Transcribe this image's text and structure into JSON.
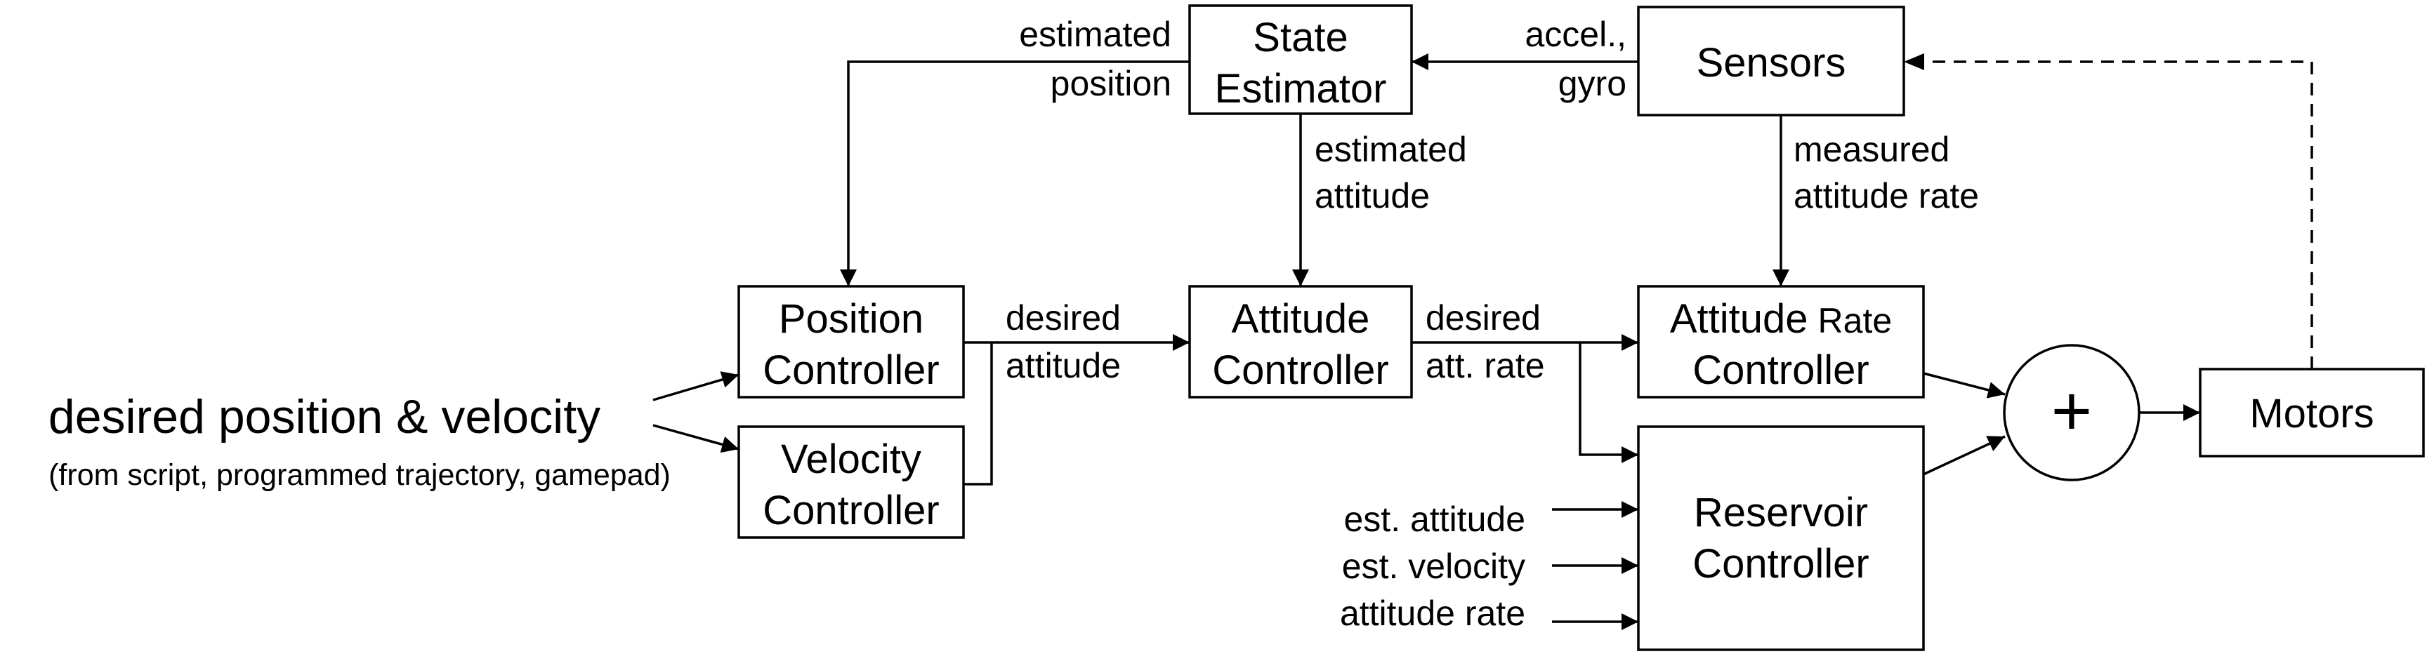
{
  "blocks": {
    "state_estimator": [
      "State",
      "Estimator"
    ],
    "sensors": "Sensors",
    "position_controller": [
      "Position",
      "Controller"
    ],
    "velocity_controller": [
      "Velocity",
      "Controller"
    ],
    "attitude_controller": [
      "Attitude",
      "Controller"
    ],
    "attitude_rate_controller": {
      "line1a": "Attitude",
      "line1b": "Rate",
      "line2": "Controller"
    },
    "reservoir_controller": [
      "Reservoir",
      "Controller"
    ],
    "summer": "+",
    "motors": "Motors"
  },
  "signals": {
    "estimated_position": [
      "estimated",
      "position"
    ],
    "accel_gyro": [
      "accel.,",
      "gyro"
    ],
    "estimated_attitude": [
      "estimated",
      "attitude"
    ],
    "measured_attitude_rate": [
      "measured",
      "attitude rate"
    ],
    "desired_attitude": [
      "desired",
      "attitude"
    ],
    "desired_att_rate": [
      "desired",
      "att. rate"
    ],
    "reservoir_inputs": [
      "est. attitude",
      "est. velocity",
      "attitude rate"
    ]
  },
  "input": {
    "title": "desired position & velocity",
    "subtitle": "(from script, programmed trajectory, gamepad)"
  }
}
